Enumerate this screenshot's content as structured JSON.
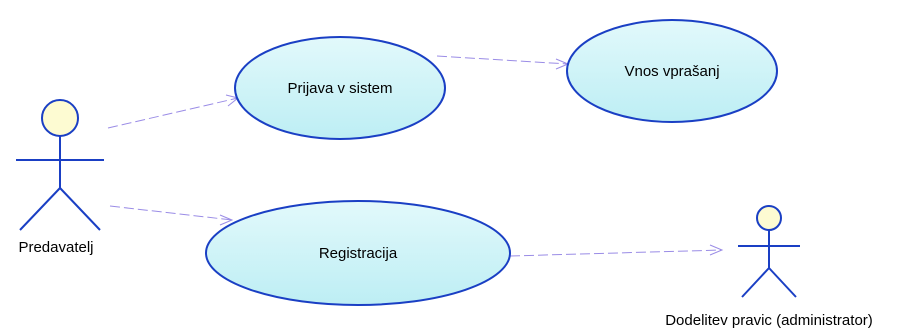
{
  "diagram": {
    "actors": [
      {
        "id": "predavatelj",
        "label": "Predavatelj"
      },
      {
        "id": "administrator",
        "label": "Dodelitev pravic (administrator)"
      }
    ],
    "use_cases": [
      {
        "id": "prijava",
        "label": "Prijava v sistem"
      },
      {
        "id": "vnos",
        "label": "Vnos vprašanj"
      },
      {
        "id": "registracija",
        "label": "Registracija"
      }
    ],
    "connections": [
      {
        "from": "predavatelj",
        "to": "prijava"
      },
      {
        "from": "prijava",
        "to": "vnos"
      },
      {
        "from": "predavatelj",
        "to": "registracija"
      },
      {
        "from": "registracija",
        "to": "administrator"
      }
    ],
    "colors": {
      "use_case_fill": "#cdf3f8",
      "actor_head_fill": "#fdfbd2",
      "outline": "#1a3fc4",
      "arrow": "#9a8ce6"
    }
  }
}
